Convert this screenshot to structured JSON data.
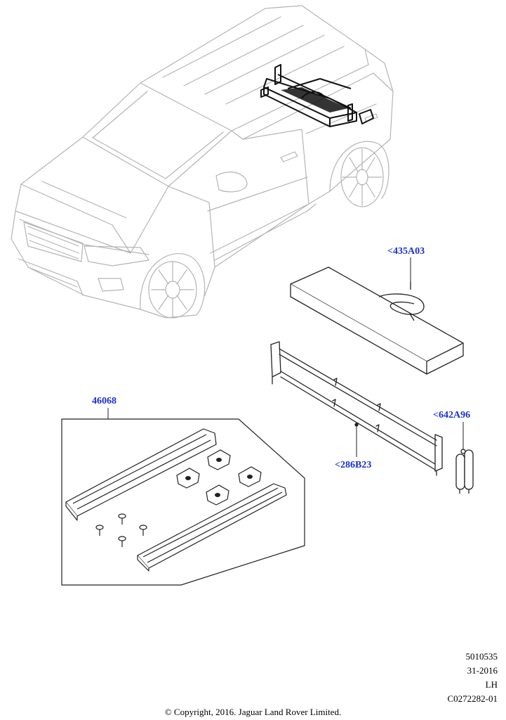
{
  "callouts": {
    "a": "<435A03",
    "b": "<642A96",
    "c": "<286B23",
    "d": "46068"
  },
  "meta": {
    "line1": "5010535",
    "line2": "31-2016",
    "line3": "LH",
    "line4": "C0272282-01"
  },
  "copyright": "© Copyright, 2016. Jaguar Land Rover Limited.",
  "colors": {
    "callout": "#1a2fd6",
    "vehicle_line": "#b4b4b4",
    "part_line": "#222222"
  }
}
